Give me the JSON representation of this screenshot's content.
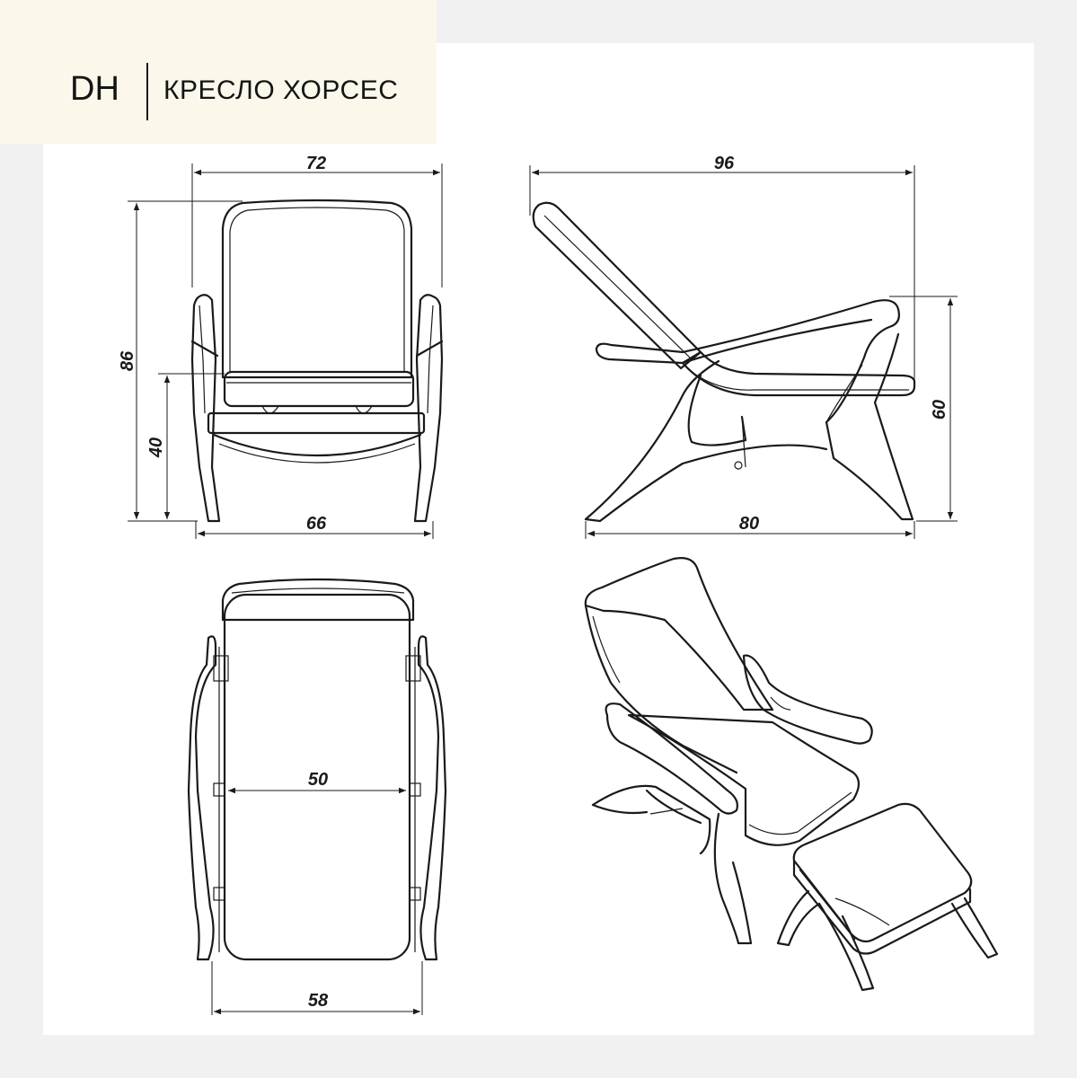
{
  "header": {
    "logo": "DH",
    "title": "КРЕСЛО ХОРСЕС"
  },
  "dimensions": {
    "front_width": "72",
    "front_height": "86",
    "seat_height": "40",
    "front_base_width": "66",
    "side_depth": "96",
    "side_arm_height": "60",
    "side_base_depth": "80",
    "seat_width": "50",
    "top_base_width": "58"
  },
  "colors": {
    "background": "#f1f1f1",
    "sheet": "#ffffff",
    "header_band": "#fbf7ea",
    "line": "#1a1a1a"
  }
}
